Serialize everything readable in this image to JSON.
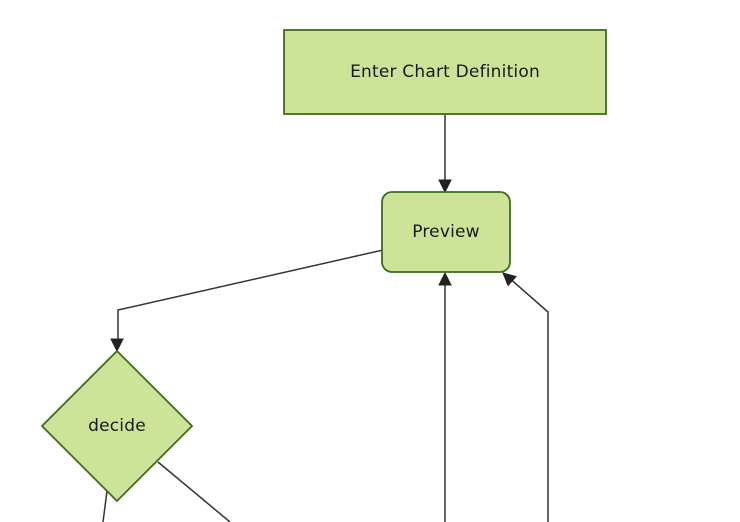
{
  "diagram": {
    "type": "flowchart",
    "direction": "top-down",
    "nodes": [
      {
        "id": "enter-chart-definition",
        "label": "Enter Chart Definition",
        "shape": "rectangle"
      },
      {
        "id": "preview",
        "label": "Preview",
        "shape": "rounded-rectangle"
      },
      {
        "id": "decide",
        "label": "decide",
        "shape": "diamond"
      }
    ],
    "edges": [
      {
        "from": "enter-chart-definition",
        "to": "preview",
        "arrow": true
      },
      {
        "from": "preview",
        "to": "decide",
        "arrow": true
      },
      {
        "from": "offscreen-bottom-middle",
        "to": "preview",
        "arrow": true
      },
      {
        "from": "offscreen-bottom-right",
        "to": "preview",
        "arrow": true
      },
      {
        "from": "decide",
        "to": "offscreen-bottom-left",
        "arrow": false
      },
      {
        "from": "decide",
        "to": "offscreen-bottom-right",
        "arrow": false
      }
    ],
    "colors": {
      "background": "#ffffff",
      "node_fill": "#cde498",
      "node_border": "#3f6b21",
      "edge": "#333333",
      "arrowhead": "#222222",
      "text": "#1a1a1a"
    }
  }
}
